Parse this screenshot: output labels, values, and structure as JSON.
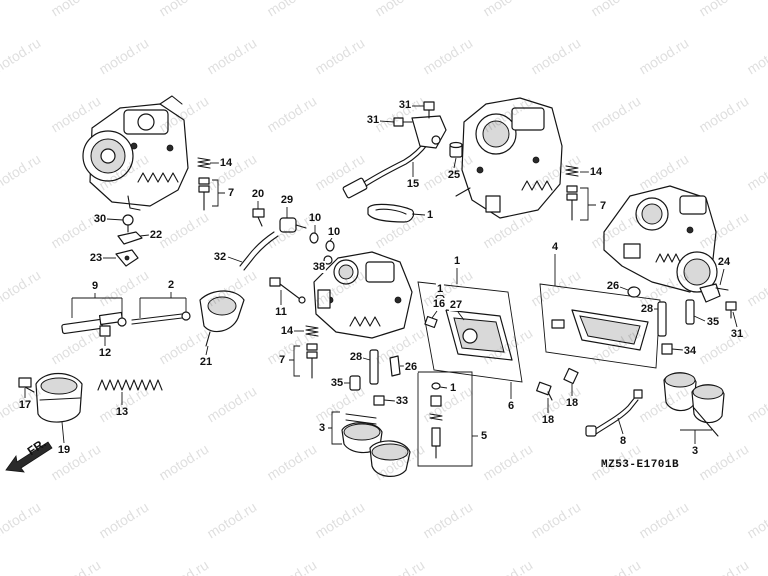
{
  "watermark": "motod.ru",
  "diagram_code": "MZ53-E1701B",
  "direction_label": "FR.",
  "callouts": [
    "31",
    "31",
    "15",
    "25",
    "1",
    "14",
    "7",
    "30",
    "22",
    "23",
    "20",
    "29",
    "10",
    "10",
    "32",
    "38",
    "9",
    "2",
    "11",
    "12",
    "21",
    "14",
    "7",
    "17",
    "13",
    "19",
    "14",
    "7",
    "4",
    "1",
    "1",
    "16",
    "27",
    "26",
    "24",
    "28",
    "35",
    "31",
    "34",
    "28",
    "26",
    "1",
    "35",
    "33",
    "6",
    "18",
    "18",
    "3",
    "5",
    "8",
    "3"
  ]
}
